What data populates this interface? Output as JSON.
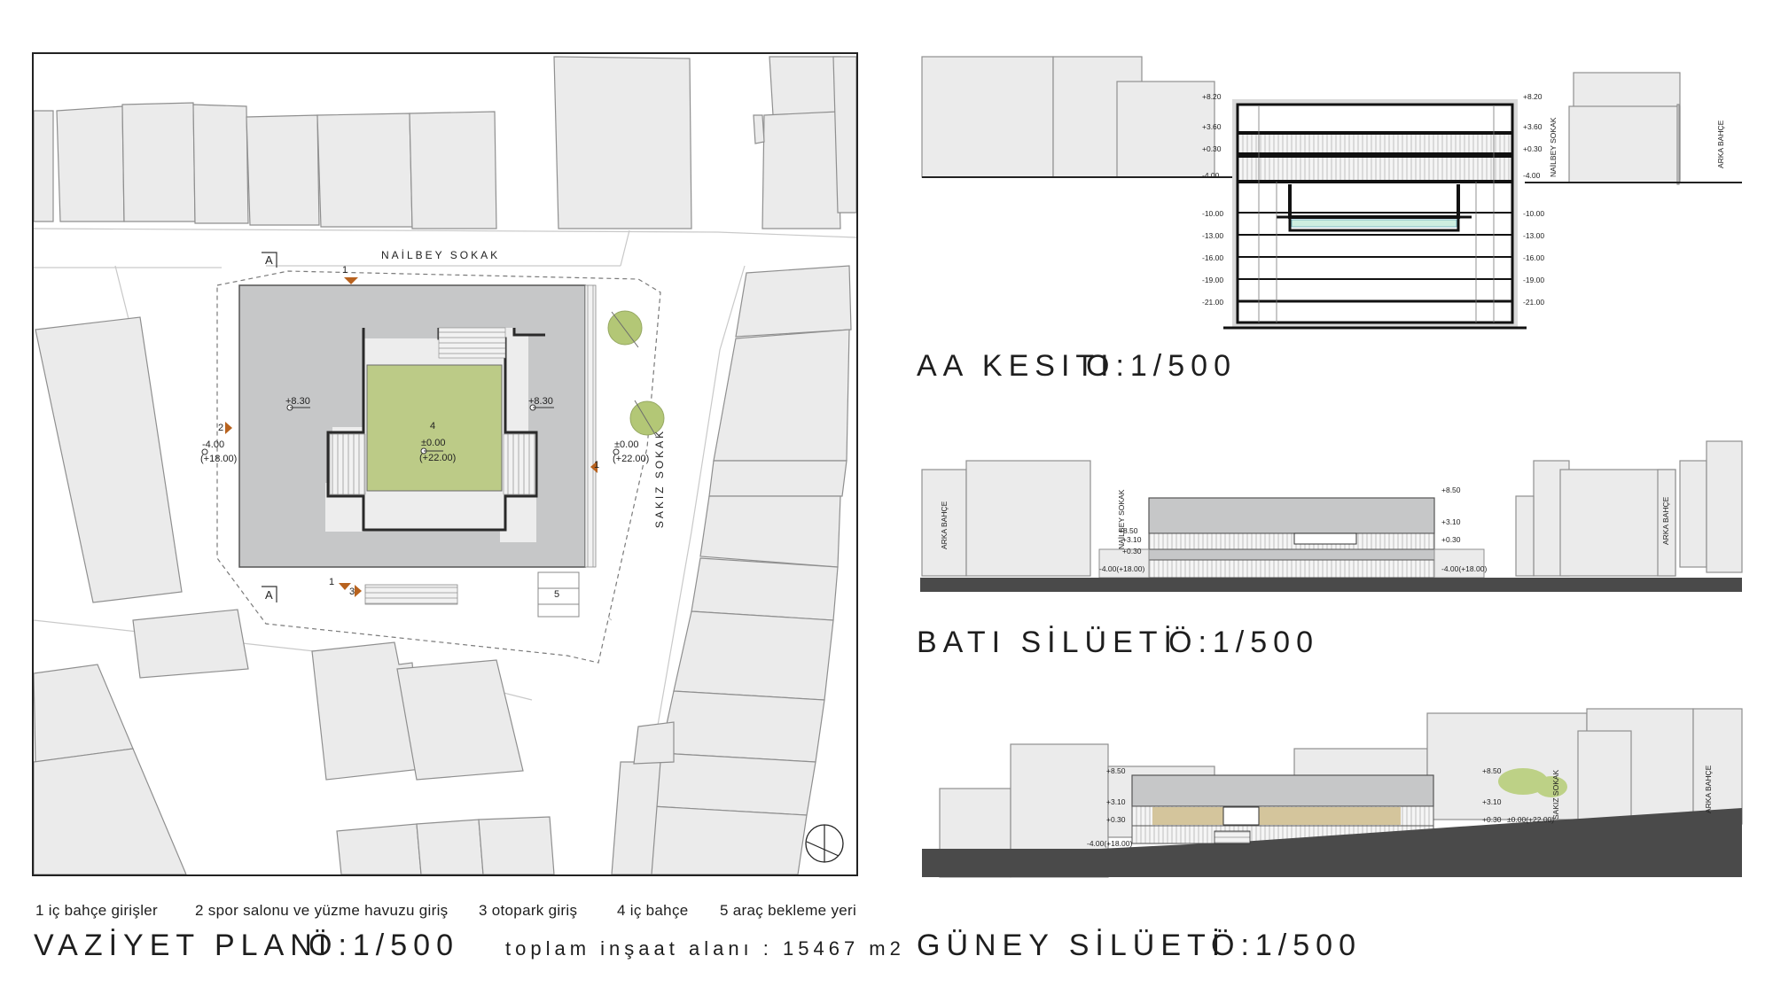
{
  "site_plan": {
    "title": "VAZİYET PLANI",
    "scale": "Ö:1/500",
    "streets": {
      "north": "NAİLBEY SOKAK",
      "east": "SAKIZ SOKAK"
    },
    "section_marks": [
      "A",
      "A"
    ],
    "levels": {
      "west_roof": "+8.30",
      "east_roof": "+8.30",
      "courtyard": "±0.00",
      "courtyard_abs": "(+22.00)",
      "west_ground": "-4.00",
      "west_ground_abs": "(+18.00)",
      "east_ground": "±0.00",
      "east_ground_abs": "(+22.00)"
    },
    "entrance_numbers": [
      "1",
      "1",
      "2",
      "1",
      "3",
      "4",
      "5"
    ],
    "legend": [
      "1 iç bahçe girişler",
      "2 spor salonu ve yüzme havuzu giriş",
      "3 otopark giriş",
      "4 iç bahçe",
      "5 araç bekleme yeri"
    ],
    "total_area": "toplam inşaat alanı : 15467 m2"
  },
  "section_aa": {
    "title": "AA KESITI",
    "scale": "O:1/500",
    "levels_left": [
      "+8.20",
      "+3.60",
      "+0.30",
      "-4.00",
      "-10.00",
      "-13.00",
      "-16.00",
      "-19.00",
      "-21.00"
    ],
    "levels_right": [
      "+8.20",
      "+3.60",
      "+0.30",
      "-4.00",
      "-10.00",
      "-13.00",
      "-16.00",
      "-19.00",
      "-21.00"
    ],
    "labels": [
      "NAİLBEY SOKAK",
      "ARKA BAHÇE"
    ]
  },
  "west_silhouette": {
    "title": "BATI SİLÜETİ",
    "scale": "Ö:1/500",
    "levels": [
      "+8.50",
      "+3.10",
      "+0.30",
      "-4.00(+18.00)"
    ],
    "levels_right": [
      "+8.50",
      "+3.10",
      "+0.30",
      "-4.00(+18.00)"
    ],
    "labels": [
      "ARKA BAHÇE",
      "NAİLBEY SOKAK",
      "ARKA BAHÇE"
    ]
  },
  "south_silhouette": {
    "title": "GÜNEY SİLÜETİ",
    "scale": "Ö:1/500",
    "levels": [
      "+8.50",
      "+3.10",
      "+0.30",
      "-4.00(+18.00)"
    ],
    "levels_right": [
      "+8.50",
      "+3.10",
      "+0.30",
      "±0.00(+22.00)"
    ],
    "labels": [
      "SAKIZ SOKAK",
      "ARKA BAHÇE"
    ]
  },
  "colors": {
    "building_fill": "#ebebeb",
    "building_stroke": "#9a9a9a",
    "roof": "#c6c7c8",
    "courtyard": "#bccb87",
    "tree": "#b3c776",
    "pool": "#cdeee0",
    "ground_dark": "#4a4a4a",
    "entrance_arrow": "#b8621e"
  }
}
